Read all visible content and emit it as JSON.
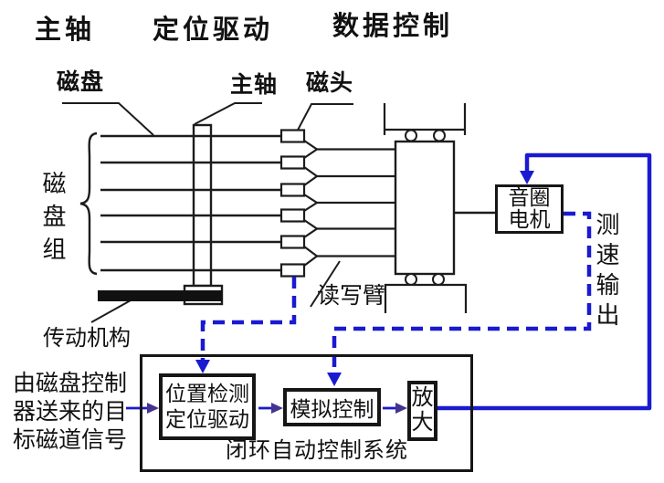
{
  "colors": {
    "accent_blue": "#1a1ad0",
    "arrowhead_purple": "#45348f",
    "line_black": "#1c1c1c"
  },
  "header": {
    "spindle_label": "主轴",
    "positioning_drive_label": "定位驱动",
    "data_control_label": "数据控制"
  },
  "disk_assembly": {
    "disk_label": "磁盘",
    "spindle_label": "主轴",
    "head_label": "磁头",
    "disk_group_label": "磁盘组",
    "transmission_label": "传动机构",
    "rw_arm_label": "读写臂"
  },
  "motor": {
    "voice_coil_label": "音圈电机",
    "speed_output_label": "测速输出"
  },
  "control_system": {
    "input_signal_label": "由磁盘控制器送来的目标磁道信号",
    "position_detect_label": "位置检测定位驱动",
    "analog_control_label": "模拟控制",
    "amplify_label": "放大",
    "system_label": "闭环自动控制系统"
  }
}
